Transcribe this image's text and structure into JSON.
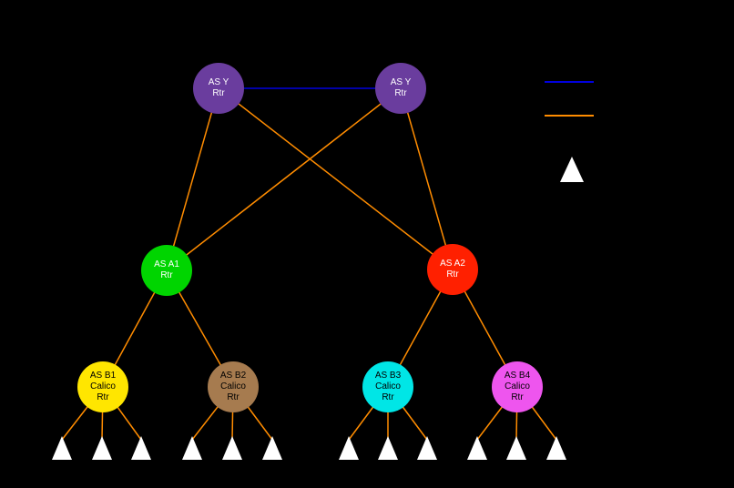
{
  "diagram": {
    "background": "#000000",
    "colors": {
      "ibgp_link": "#0000DD",
      "ebgp_link": "#FF8C00",
      "host_triangle": "#FFFFFF"
    },
    "nodes": {
      "as_y_1": {
        "label": "AS Y\nRtr",
        "fill": "#6A3D9E",
        "text": "#FFFFFF"
      },
      "as_y_2": {
        "label": "AS Y\nRtr",
        "fill": "#6A3D9E",
        "text": "#FFFFFF"
      },
      "as_a1": {
        "label": "AS A1\nRtr",
        "fill": "#00D500",
        "text": "#FFFFFF"
      },
      "as_a2": {
        "label": "AS A2\nRtr",
        "fill": "#FF2000",
        "text": "#FFFFFF"
      },
      "as_b1": {
        "label": "AS B1\nCalico\nRtr",
        "fill": "#FFE600",
        "text": "#000000"
      },
      "as_b2": {
        "label": "AS B2\nCalico\nRtr",
        "fill": "#A67B4F",
        "text": "#000000"
      },
      "as_b3": {
        "label": "AS B3\nCalico\nRtr",
        "fill": "#00E6E6",
        "text": "#000000"
      },
      "as_b4": {
        "label": "AS B4\nCalico\nRtr",
        "fill": "#EE55EE",
        "text": "#000000"
      }
    }
  }
}
